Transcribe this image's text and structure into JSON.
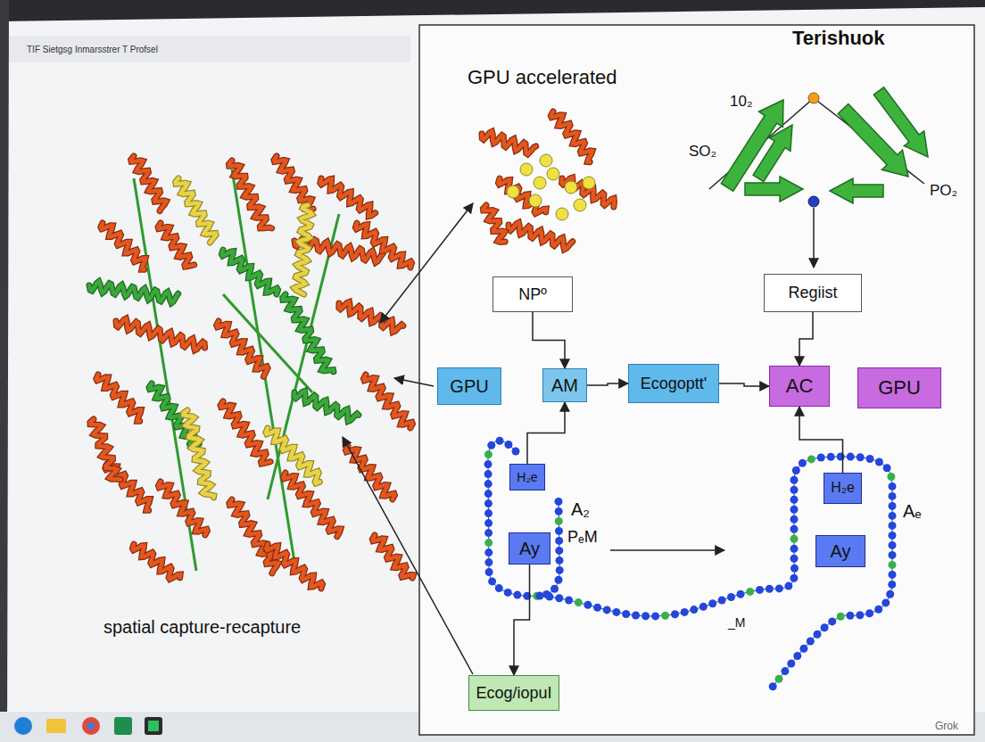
{
  "diagram": {
    "nodes": [
      {
        "text": [
          "NPº"
        ]
      },
      {
        "text": [
          "Regiist"
        ]
      },
      {
        "text": [
          "GPU"
        ]
      },
      {
        "text": [
          "AM"
        ]
      },
      {
        "text": [
          "Ecogoptt'"
        ]
      },
      {
        "text": [
          "AC"
        ]
      },
      {
        "text": [
          "GPU"
        ]
      },
      {
        "text": [
          "H₂e"
        ]
      },
      {
        "text": [
          "Ay"
        ]
      },
      {
        "text": [
          "H₂e"
        ]
      },
      {
        "text": [
          "Ay"
        ]
      },
      {
        "text": [
          "Ecog/iopuI"
        ]
      }
    ],
    "edges": [
      {
        "from": 0,
        "to": 3,
        "arrow": "to"
      },
      {
        "from": 3,
        "to": 4,
        "arrow": "to"
      },
      {
        "from": 4,
        "to": 5,
        "arrow": "to"
      },
      {
        "from": 1,
        "to": 5,
        "arrow": "to"
      },
      {
        "from": 7,
        "to": 3,
        "arrow": "to"
      },
      {
        "from": 9,
        "to": 5,
        "arrow": "to"
      },
      {
        "from": 8,
        "to": 11,
        "arrow": "to"
      }
    ],
    "labels": [
      "TIF Sietgsg Inmarsstrer T Profsel",
      "GPU accelerated",
      "Terishuok",
      "10₂",
      "SO₂",
      "PO₂",
      "spatial capture-recapture",
      "A₂",
      "PₑM",
      "Aₑ",
      "_M",
      "Grok"
    ]
  }
}
